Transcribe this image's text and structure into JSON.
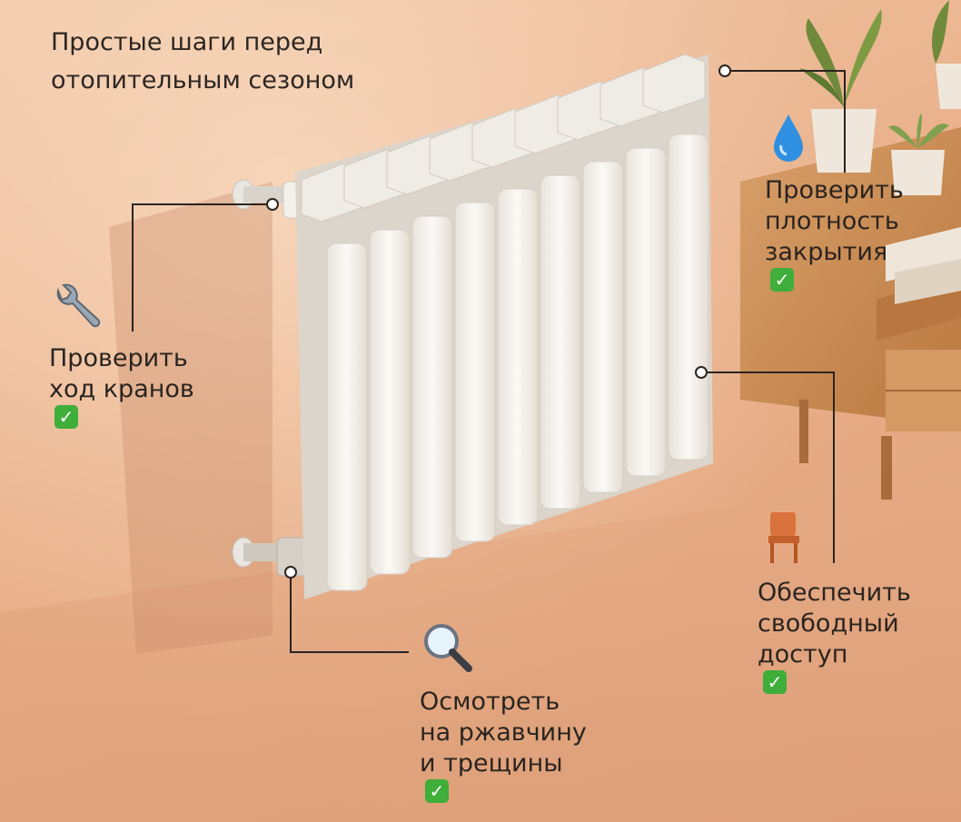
{
  "title": {
    "line1": "Простые шаги перед",
    "line2": "отопительным сезоном"
  },
  "callouts": {
    "valves": {
      "line1": "Проверить",
      "line2": "ход кранов",
      "icon": "wrench-icon"
    },
    "seal": {
      "line1": "Проверить",
      "line2": "плотность",
      "line3": "закрытия",
      "icon": "water-drop-icon"
    },
    "access": {
      "line1": "Обеспечить",
      "line2": "свободный",
      "line3": "доступ",
      "icon": "chair-icon"
    },
    "rust": {
      "line1": "Осмотреть",
      "line2": "на ржавчину",
      "line3": "и трещины",
      "icon": "magnifier-icon"
    }
  },
  "check_mark": "✓",
  "colors": {
    "wall": "#e9b08a",
    "radiator": "#f6f3ef",
    "check": "#3fae3a",
    "line": "#2a2420",
    "wood": "#c98a55"
  }
}
